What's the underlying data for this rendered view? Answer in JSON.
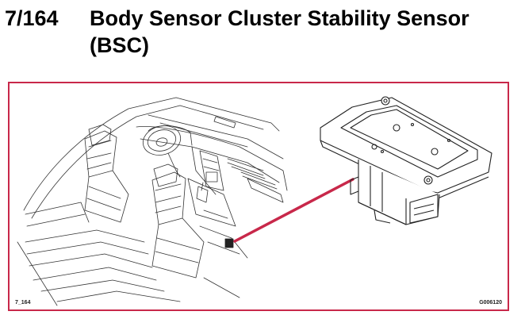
{
  "section": {
    "number": "7/164",
    "title": "Body Sensor Cluster Stability Sensor (BSC)"
  },
  "figure": {
    "label_left": "7_164",
    "label_right": "G006120",
    "leader_color": "#c8284a",
    "frame_color": "#c8284a",
    "illustrations": [
      "car-interior-drawing",
      "bsc-sensor-drawing"
    ]
  }
}
